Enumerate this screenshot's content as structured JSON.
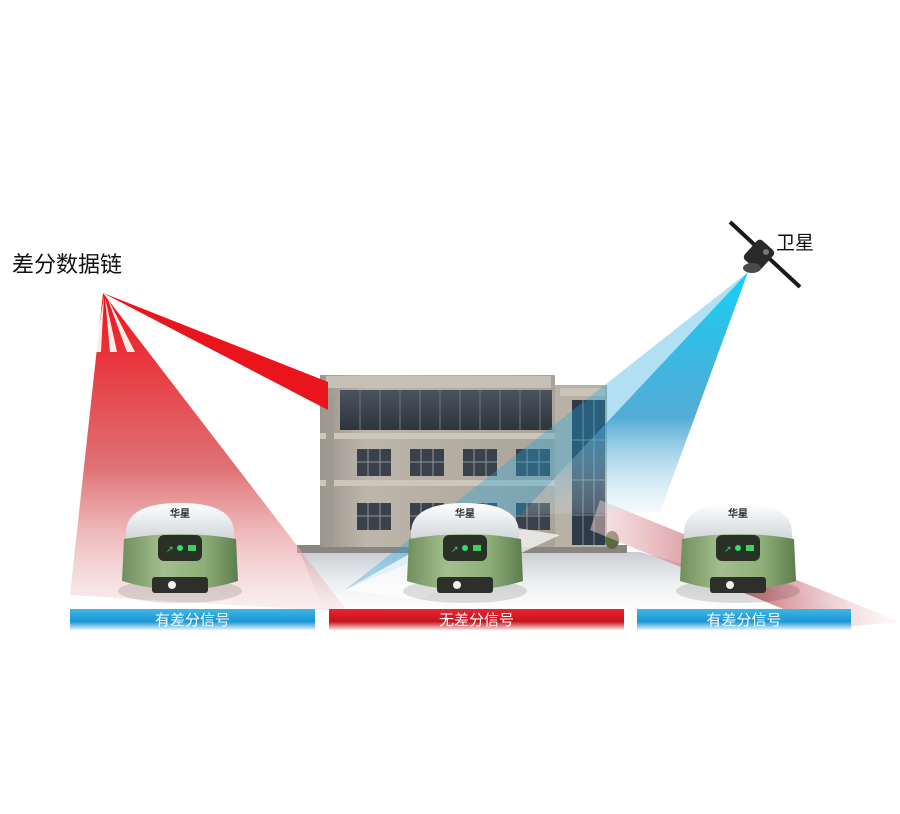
{
  "labels": {
    "datalink": "差分数据链",
    "satellite": "卫星"
  },
  "receiver_brand": "华星",
  "bands": [
    {
      "text": "有差分信号",
      "color": "#1b96d4"
    },
    {
      "text": "无差分信号",
      "color": "#d51a24"
    },
    {
      "text": "有差分信号",
      "color": "#1b96d4"
    }
  ],
  "colors": {
    "datalink_beam": "#e8121c",
    "satellite_beam": "#19c6ef",
    "receiver_body": "#8fb07a",
    "building_wall": "#b3aba0"
  }
}
